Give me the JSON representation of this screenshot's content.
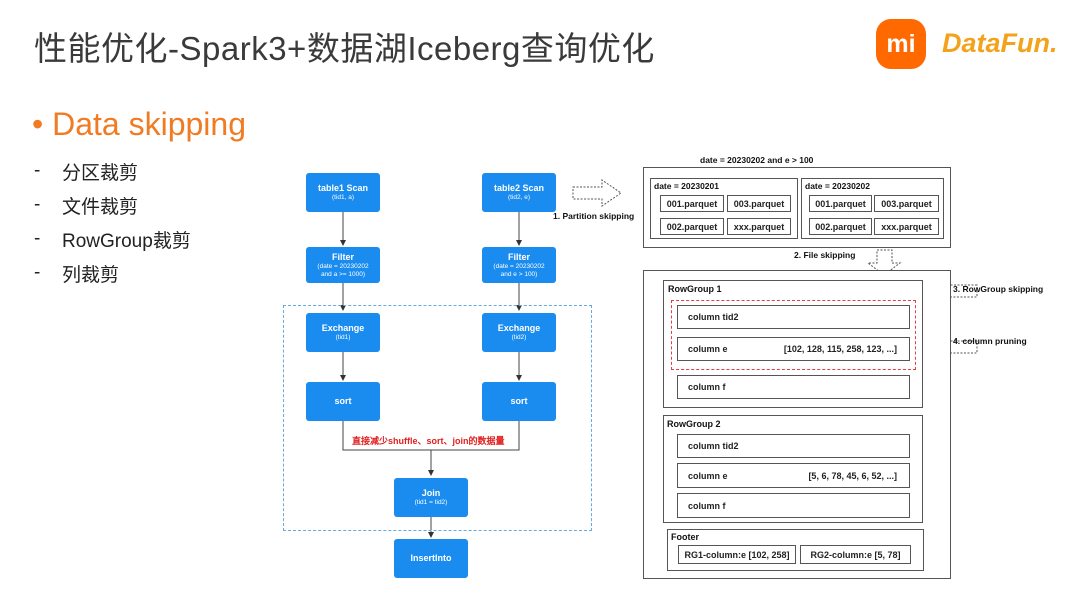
{
  "header": {
    "title": "性能优化-Spark3+数据湖Iceberg查询优化",
    "logo_mi": "mi",
    "logo_datafun": "DataFun."
  },
  "section_title": "Data skipping",
  "bullets": [
    "分区裁剪",
    "文件裁剪",
    "RowGroup裁剪",
    "列裁剪"
  ],
  "flow": {
    "t1_scan": {
      "main": "table1 Scan",
      "sub": "(tid1, a)"
    },
    "t2_scan": {
      "main": "table2 Scan",
      "sub": "(tid2, e)"
    },
    "t1_filter": {
      "main": "Filter",
      "sub1": "(date = 20230202",
      "sub2": "and a >= 1000)"
    },
    "t2_filter": {
      "main": "Filter",
      "sub1": "(date = 20230202",
      "sub2": "and e > 100)"
    },
    "t1_exchange": {
      "main": "Exchange",
      "sub": "(tid1)"
    },
    "t2_exchange": {
      "main": "Exchange",
      "sub": "(tid2)"
    },
    "t1_sort": {
      "main": "sort"
    },
    "t2_sort": {
      "main": "sort"
    },
    "note": "直接减少shuffle、sort、join的数据量",
    "join": {
      "main": "Join",
      "sub": "(tid1 = tid2)"
    },
    "insert": {
      "main": "InsertInto"
    }
  },
  "storage": {
    "query": "date = 20230202 and e > 100",
    "partitions": [
      {
        "label": "date = 20230201",
        "files": [
          "001.parquet",
          "003.parquet",
          "002.parquet",
          "xxx.parquet"
        ]
      },
      {
        "label": "date = 20230202",
        "files": [
          "001.parquet",
          "003.parquet",
          "002.parquet",
          "xxx.parquet"
        ]
      }
    ],
    "rowgroups": [
      {
        "label": "RowGroup 1",
        "columns": [
          {
            "name": "column tid2",
            "values": ""
          },
          {
            "name": "column e",
            "values": "[102, 128, 115, 258, 123, ...]"
          },
          {
            "name": "column f",
            "values": ""
          }
        ]
      },
      {
        "label": "RowGroup 2",
        "columns": [
          {
            "name": "column tid2",
            "values": ""
          },
          {
            "name": "column e",
            "values": "[5, 6, 78, 45, 6, 52, ...]"
          },
          {
            "name": "column f",
            "values": ""
          }
        ]
      }
    ],
    "footer": {
      "label": "Footer",
      "stats": [
        "RG1-column:e [102, 258]",
        "RG2-column:e [5, 78]"
      ]
    },
    "steps": [
      "1. Partition skipping",
      "2. File skipping",
      "3. RowGroup skipping",
      "4. column pruning"
    ]
  },
  "colors": {
    "accent": "#f07b22",
    "node": "#1a8cf0",
    "note_red": "#e02020",
    "mi_orange": "#ff6900",
    "datafun": "#f2a31b"
  }
}
